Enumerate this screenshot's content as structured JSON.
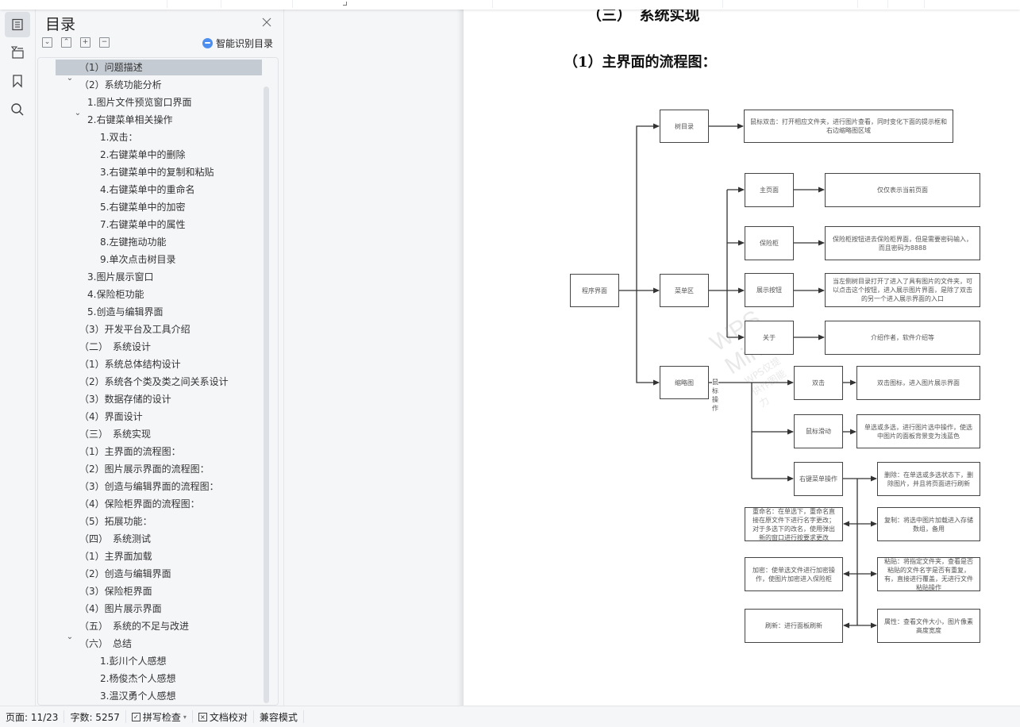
{
  "toc_panel": {
    "title": "目录",
    "tools": [
      "expand-all",
      "collapse-all",
      "add-level",
      "remove-level"
    ],
    "smart_button": "智能识别目录",
    "items": [
      {
        "label": "（1）问题描述",
        "level": 1,
        "selected": true,
        "chevron": false
      },
      {
        "label": "（2）系统功能分析",
        "level": 1,
        "selected": false,
        "chevron": true
      },
      {
        "label": "1.图片文件预览窗口界面",
        "level": 2,
        "selected": false,
        "chevron": false
      },
      {
        "label": "2.右键菜单相关操作",
        "level": 2,
        "selected": false,
        "chevron": true
      },
      {
        "label": "1.双击：",
        "level": 3,
        "selected": false,
        "chevron": false
      },
      {
        "label": "2.右键菜单中的删除",
        "level": 3,
        "selected": false,
        "chevron": false
      },
      {
        "label": "3.右键菜单中的复制和粘贴",
        "level": 3,
        "selected": false,
        "chevron": false
      },
      {
        "label": "4.右键菜单中的重命名",
        "level": 3,
        "selected": false,
        "chevron": false
      },
      {
        "label": "5.右键菜单中的加密",
        "level": 3,
        "selected": false,
        "chevron": false
      },
      {
        "label": "7.右键菜单中的属性",
        "level": 3,
        "selected": false,
        "chevron": false
      },
      {
        "label": "8.左键拖动功能",
        "level": 3,
        "selected": false,
        "chevron": false
      },
      {
        "label": "9.单次点击树目录",
        "level": 3,
        "selected": false,
        "chevron": false
      },
      {
        "label": "3.图片展示窗口",
        "level": 2,
        "selected": false,
        "chevron": false
      },
      {
        "label": "4.保险柜功能",
        "level": 2,
        "selected": false,
        "chevron": false
      },
      {
        "label": "5.创造与编辑界面",
        "level": 2,
        "selected": false,
        "chevron": false
      },
      {
        "label": "（3）开发平台及工具介绍",
        "level": 1,
        "selected": false,
        "chevron": false
      },
      {
        "label": "（二）　系统设计",
        "level": 1,
        "selected": false,
        "chevron": false
      },
      {
        "label": "（1）系统总体结构设计",
        "level": 1,
        "selected": false,
        "chevron": false
      },
      {
        "label": "（2）系统各个类及类之间关系设计",
        "level": 1,
        "selected": false,
        "chevron": false
      },
      {
        "label": "（3）数据存储的设计",
        "level": 1,
        "selected": false,
        "chevron": false
      },
      {
        "label": "（4）界面设计",
        "level": 1,
        "selected": false,
        "chevron": false
      },
      {
        "label": "（三）　系统实现",
        "level": 1,
        "selected": false,
        "chevron": false
      },
      {
        "label": "（1）主界面的流程图：",
        "level": 1,
        "selected": false,
        "chevron": false
      },
      {
        "label": "（2）图片展示界面的流程图：",
        "level": 1,
        "selected": false,
        "chevron": false
      },
      {
        "label": "（3）创造与编辑界面的流程图：",
        "level": 1,
        "selected": false,
        "chevron": false
      },
      {
        "label": "（4）保险柜界面的流程图：",
        "level": 1,
        "selected": false,
        "chevron": false
      },
      {
        "label": "（5）拓展功能：",
        "level": 1,
        "selected": false,
        "chevron": false
      },
      {
        "label": "（四）　系统测试",
        "level": 1,
        "selected": false,
        "chevron": false
      },
      {
        "label": "（1）主界面加载",
        "level": 1,
        "selected": false,
        "chevron": false
      },
      {
        "label": "（2）创造与编辑界面",
        "level": 1,
        "selected": false,
        "chevron": false
      },
      {
        "label": "（3）保险柜界面",
        "level": 1,
        "selected": false,
        "chevron": false
      },
      {
        "label": "（4）图片展示界面",
        "level": 1,
        "selected": false,
        "chevron": false
      },
      {
        "label": "（五）　系统的不足与改进",
        "level": 1,
        "selected": false,
        "chevron": false
      },
      {
        "label": "（六）　总结",
        "level": 1,
        "selected": false,
        "chevron": true
      },
      {
        "label": "1.彭川个人感想",
        "level": 3,
        "selected": false,
        "chevron": false
      },
      {
        "label": "2.杨俊杰个人感想",
        "level": 3,
        "selected": false,
        "chevron": false
      },
      {
        "label": "3.温汉勇个人感想",
        "level": 3,
        "selected": false,
        "chevron": false
      }
    ]
  },
  "icon_rail": [
    "toc-icon",
    "navigation-icon",
    "bookmark-icon",
    "search-icon"
  ],
  "document": {
    "section_heading": "（三）　系统实现",
    "sub_heading": "（1）主界面的流程图：",
    "flowchart": {
      "watermark_main": "WPS Mind",
      "watermark_sub": "WPS仅提供作图能力",
      "edge_label_mouse_ops": "鼠标操作",
      "nodes": {
        "program": "程序界面",
        "tree": "树目录",
        "tree_desc": "鼠标双击：打开相应文件夹，进行图片查看，同时变化下面的提示框和右边缩略图区域",
        "menu": "菜单区",
        "home": "主页面",
        "home_desc": "仅仅表示当前页面",
        "safe": "保险柜",
        "safe_desc": "保险柜按钮进去保险柜界面，但是需要密码输入，而且密码为8888",
        "show": "展示按钮",
        "show_desc": "当左侧树目录打开了进入了具有图片的文件夹，可以点击这个按钮，进入展示图片界面，是除了双击的另一个进入展示界面的入口",
        "about": "关于",
        "about_desc": "介绍作者，软件介绍等",
        "thumb": "缩略图",
        "dbl": "双击",
        "dbl_desc": "双击图标，进入图片展示界面",
        "drag": "鼠标滑动",
        "drag_desc": "单选或多选，进行图片选中操作，使选中图片的面板背景变为浅蓝色",
        "ctx": "右键菜单操作",
        "del": "删除：在单选或多选状态下，删除图片，并且将页面进行刷新",
        "rename": "重命名：在单选下，重命名直接在原文件下进行名字更改；对于多选下的改名，使用弹出新的窗口进行按要求更改",
        "copy": "复制：将选中图片加载进入存储数组，备用",
        "encrypt": "加密：使单选文件进行加密操作，使图片加密进入保险柜",
        "paste": "粘贴：将指定文件夹，查看是否粘贴的文件名字是否有重复，有，直接进行覆盖，无进行文件粘贴操作",
        "refresh": "刷新：进行面板刷新",
        "props": "属性：查看文件大小，图片像素高度宽度"
      }
    }
  },
  "status_bar": {
    "page": "页面: 11/23",
    "words": "字数: 5257",
    "spell_check": "拼写检查",
    "proofread": "文档校对",
    "compat_mode": "兼容模式"
  }
}
